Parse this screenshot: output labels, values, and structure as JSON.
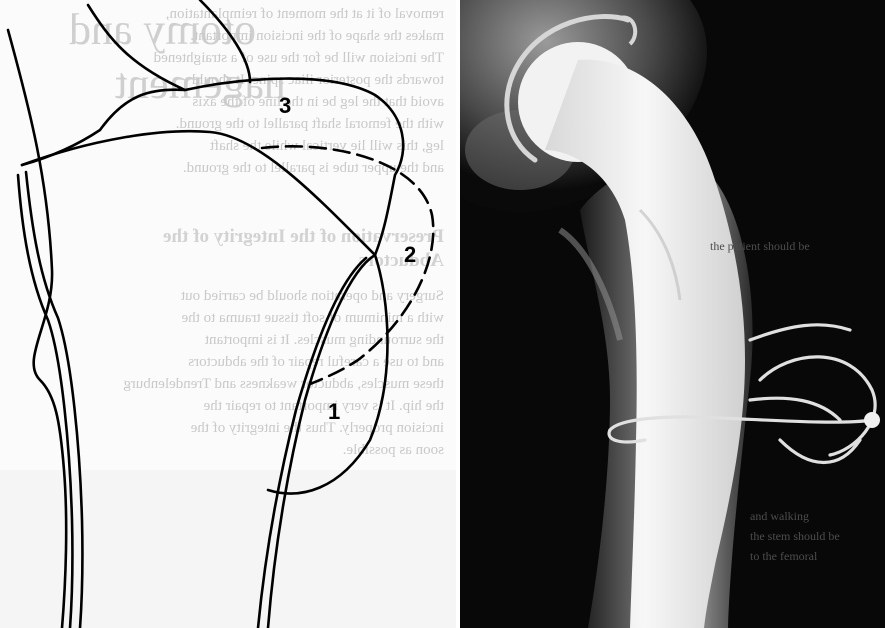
{
  "figure": {
    "left_panel": {
      "region_labels": {
        "one": "1",
        "two": "2",
        "three": "3"
      },
      "show_through_text": {
        "title_line_1": "otomy and",
        "title_line_2": "nagement",
        "body_lines_top": [
          "removal of it at the moment of reimplantation,",
          "makes the shape of the incision important.",
          "The incision will be for the use of a straightened",
          "towards the posterior iliac spine. It should",
          "avoid that the leg be in the line of the axis",
          "with the femoral shaft parallel to the ground.",
          "leg, this will lie vertical while the shaft",
          "and the upper tube is parallel to the ground."
        ],
        "heading_line_1": "Preservation of the Integrity of the",
        "heading_line_2": "Abductors",
        "body_lines_bottom": [
          "Surgery and operation should be carried out",
          "with a minimum of soft tissue trauma to the",
          "the surrounding muscles. It is important",
          "and to use a careful repair of the abductors",
          "these muscles, abductor weakness and Trendelenburg",
          "the hip. It is very important to repair the",
          "incision properly. Thus the integrity of the",
          "soon as possible."
        ]
      }
    },
    "right_panel": {
      "show_through_text": [
        "the patient should be",
        "and walking",
        "the stem should be",
        "to the femoral"
      ]
    },
    "colors": {
      "background": "#ffffff",
      "line_art": "#000000",
      "xray_background": "#080808",
      "implant": "#efefef"
    }
  }
}
